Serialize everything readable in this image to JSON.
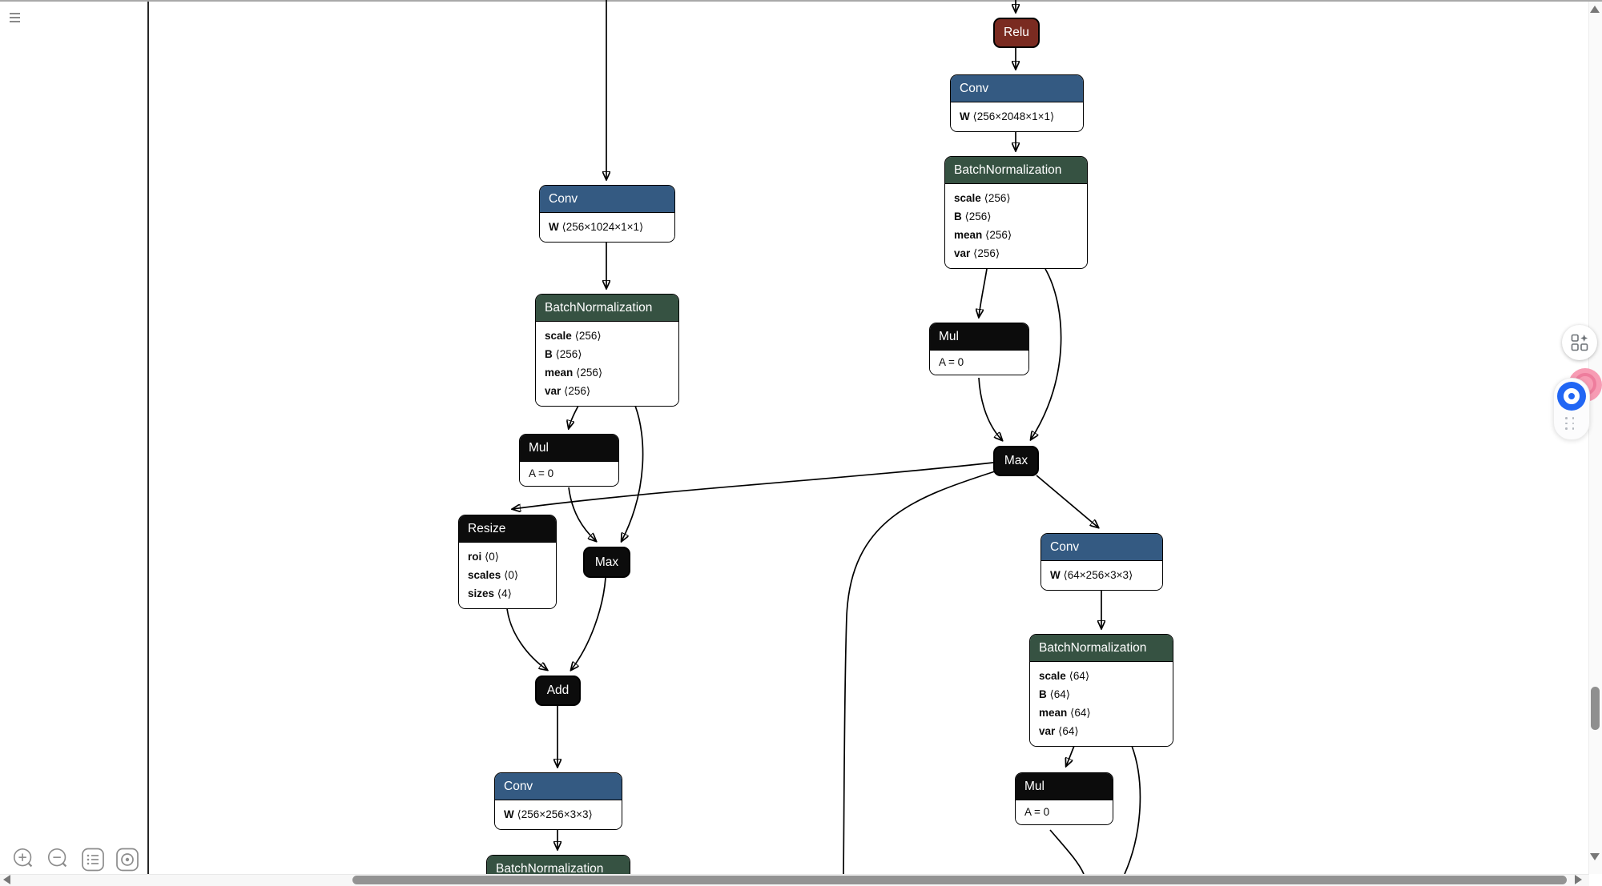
{
  "app": {
    "view": "model-graph"
  },
  "colors": {
    "conv_blue": "#345a82",
    "norm_green": "#365242",
    "activation_red": "#7a2b21",
    "op_black": "#0c0c0c",
    "edge_black": "#000000",
    "scrollbar_thumb": "#8f8f8f",
    "assistant_blue": "#2166f4",
    "assistant_pink": "#f79cb4"
  },
  "icons": {
    "menu": "hamburger-menu",
    "zoom_in": "magnifier-plus",
    "zoom_out": "magnifier-minus",
    "properties": "list-lines",
    "locate": "target-dot",
    "extension_top": "grid-sparkle",
    "assistant": "blue-chat-donut",
    "assistant_alt": "pink-badge",
    "drag_handle": "six-dots",
    "scroll_up": "triangle-up",
    "scroll_down": "triangle-down",
    "scroll_left": "triangle-left",
    "scroll_right": "triangle-right"
  },
  "nodes": [
    {
      "title": "Relu"
    },
    {
      "title": "Conv",
      "params": [
        {
          "name": "W",
          "value": "⟨256×2048×1×1⟩"
        }
      ]
    },
    {
      "title": "BatchNormalization",
      "params": [
        {
          "name": "scale",
          "value": "⟨256⟩"
        },
        {
          "name": "B",
          "value": "⟨256⟩"
        },
        {
          "name": "mean",
          "value": "⟨256⟩"
        },
        {
          "name": "var",
          "value": "⟨256⟩"
        }
      ]
    },
    {
      "title": "Mul",
      "params": [
        {
          "text": "A = 0"
        }
      ]
    },
    {
      "title": "Max"
    },
    {
      "title": "Conv",
      "params": [
        {
          "name": "W",
          "value": "⟨64×256×3×3⟩"
        }
      ]
    },
    {
      "title": "BatchNormalization",
      "params": [
        {
          "name": "scale",
          "value": "⟨64⟩"
        },
        {
          "name": "B",
          "value": "⟨64⟩"
        },
        {
          "name": "mean",
          "value": "⟨64⟩"
        },
        {
          "name": "var",
          "value": "⟨64⟩"
        }
      ]
    },
    {
      "title": "Mul",
      "params": [
        {
          "text": "A = 0"
        }
      ]
    },
    {
      "title": "Conv",
      "params": [
        {
          "name": "W",
          "value": "⟨256×1024×1×1⟩"
        }
      ]
    },
    {
      "title": "BatchNormalization",
      "params": [
        {
          "name": "scale",
          "value": "⟨256⟩"
        },
        {
          "name": "B",
          "value": "⟨256⟩"
        },
        {
          "name": "mean",
          "value": "⟨256⟩"
        },
        {
          "name": "var",
          "value": "⟨256⟩"
        }
      ]
    },
    {
      "title": "Mul",
      "params": [
        {
          "text": "A = 0"
        }
      ]
    },
    {
      "title": "Resize",
      "params": [
        {
          "name": "roi",
          "value": "⟨0⟩"
        },
        {
          "name": "scales",
          "value": "⟨0⟩"
        },
        {
          "name": "sizes",
          "value": "⟨4⟩"
        }
      ]
    },
    {
      "title": "Max"
    },
    {
      "title": "Add"
    },
    {
      "title": "Conv",
      "params": [
        {
          "name": "W",
          "value": "⟨256×256×3×3⟩"
        }
      ]
    },
    {
      "title": "BatchNormalization"
    }
  ]
}
